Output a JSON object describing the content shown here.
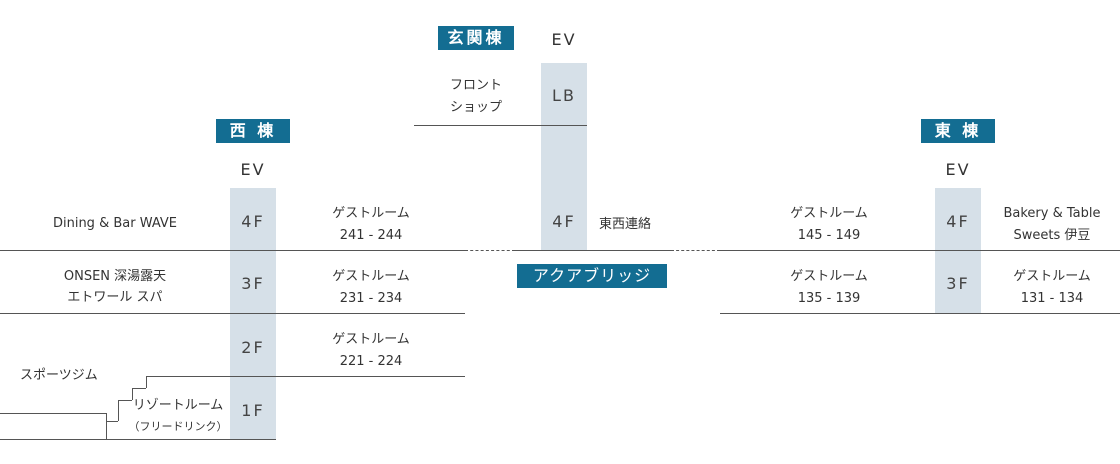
{
  "buildings": {
    "genkan": "玄関棟",
    "west": "西 棟",
    "east": "東 棟"
  },
  "ev": {
    "center": "EV",
    "west": "EV",
    "east": "EV"
  },
  "genkan": {
    "floor": "LB",
    "label_line1": "フロント",
    "label_line2": "ショップ"
  },
  "west": {
    "floors": [
      "4F",
      "3F",
      "2F",
      "1F"
    ],
    "left": {
      "f4": "Dining & Bar  WAVE",
      "f3_line1": "ONSEN 深湯露天",
      "f3_line2": "エトワール スパ",
      "sports": "スポーツジム",
      "f1_line1": "リゾートルーム",
      "f1_line2": "（フリードリンク）"
    },
    "right": {
      "f4_line1": "ゲストルーム",
      "f4_line2": "241 - 244",
      "f3_line1": "ゲストルーム",
      "f3_line2": "231 - 234",
      "f2_line1": "ゲストルーム",
      "f2_line2": "221 - 224"
    }
  },
  "center": {
    "floor": "4F",
    "connector": "東西連絡",
    "bridge": "アクアブリッジ"
  },
  "east": {
    "floors": [
      "4F",
      "3F"
    ],
    "left": {
      "f4_line1": "ゲストルーム",
      "f4_line2": "145 - 149",
      "f3_line1": "ゲストルーム",
      "f3_line2": "135 - 139"
    },
    "right": {
      "f4_line1": "Bakery & Table",
      "f4_line2": "Sweets 伊豆",
      "f3_line1": "ゲストルーム",
      "f3_line2": "131 - 134"
    }
  }
}
